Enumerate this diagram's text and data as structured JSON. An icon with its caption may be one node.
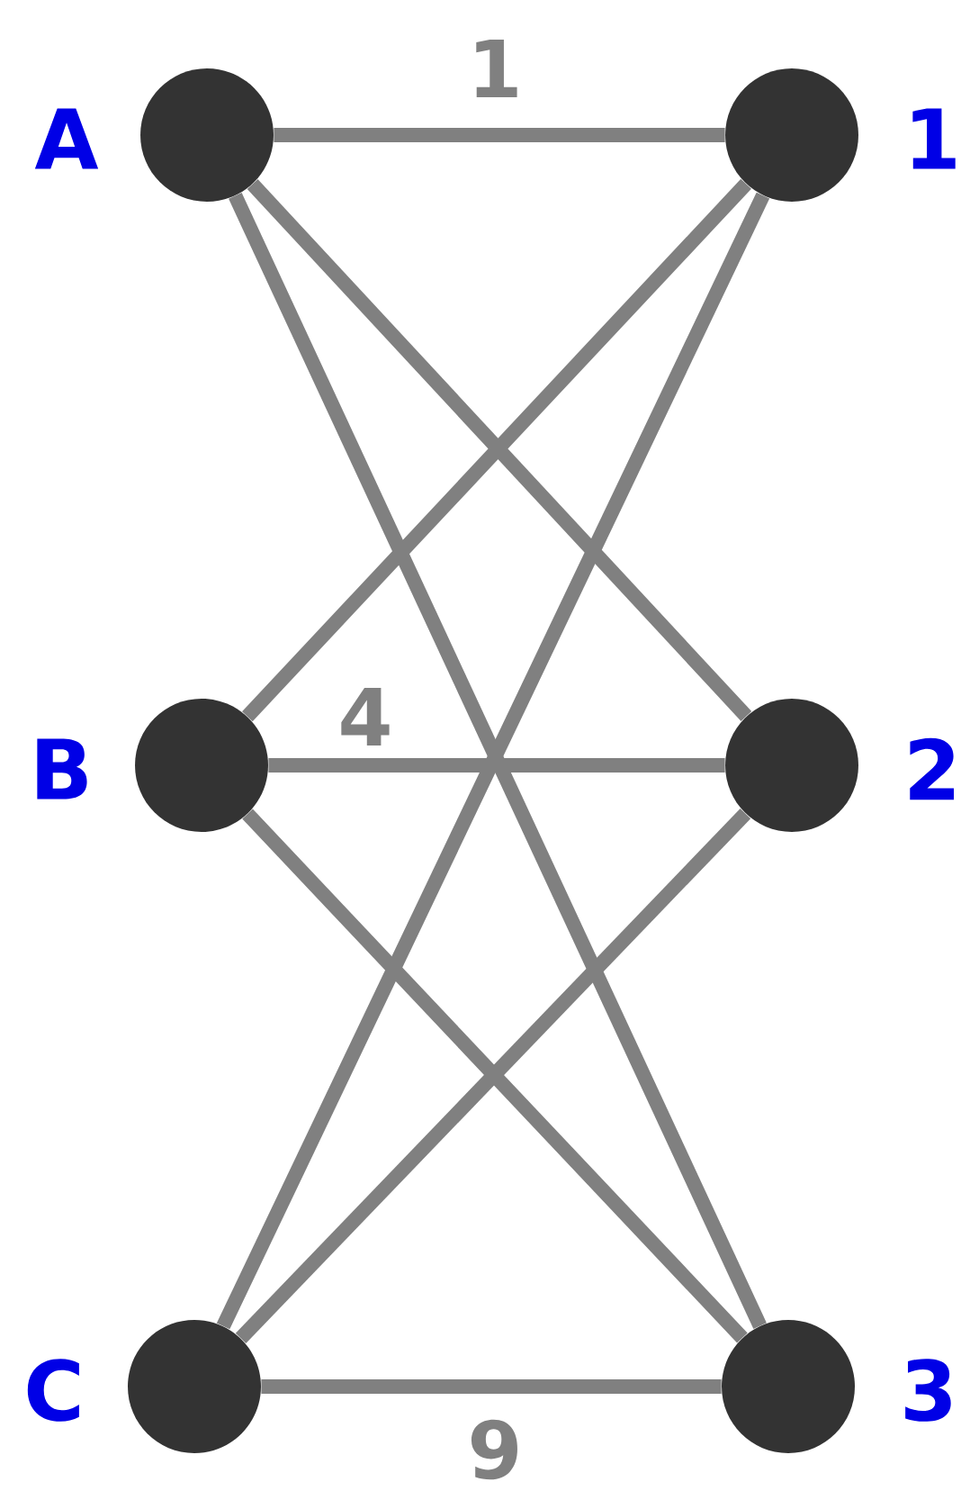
{
  "diagram": {
    "nodes": [
      {
        "text": [
          "A"
        ]
      },
      {
        "text": [
          "1"
        ]
      },
      {
        "text": [
          "B"
        ]
      },
      {
        "text": [
          "2"
        ]
      },
      {
        "text": [
          "C"
        ]
      },
      {
        "text": [
          "3"
        ]
      }
    ],
    "edges": [
      {
        "from": 0,
        "to": 1,
        "arrow": "none",
        "label": "1"
      },
      {
        "from": 0,
        "to": 3,
        "arrow": "none"
      },
      {
        "from": 0,
        "to": 5,
        "arrow": "none"
      },
      {
        "from": 2,
        "to": 1,
        "arrow": "none"
      },
      {
        "from": 2,
        "to": 3,
        "arrow": "none",
        "label": "4"
      },
      {
        "from": 2,
        "to": 5,
        "arrow": "none"
      },
      {
        "from": 4,
        "to": 1,
        "arrow": "none"
      },
      {
        "from": 4,
        "to": 3,
        "arrow": "none"
      },
      {
        "from": 4,
        "to": 5,
        "arrow": "none",
        "label": "9"
      }
    ]
  }
}
